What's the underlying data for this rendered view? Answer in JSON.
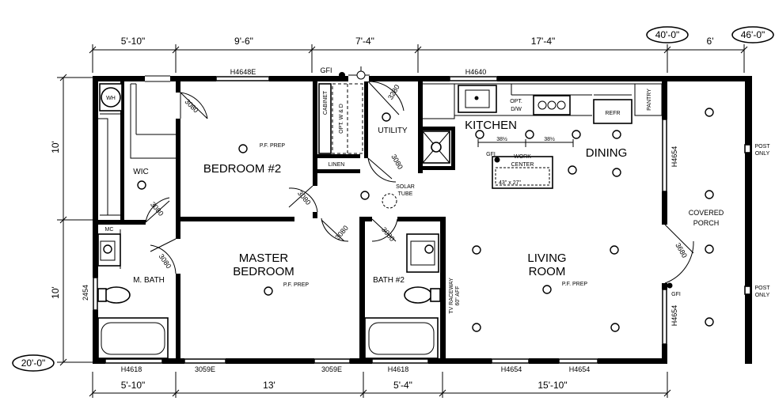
{
  "dimensions": {
    "top": [
      "5'-10\"",
      "9'-6\"",
      "7'-4\"",
      "17'-4\"",
      "6'"
    ],
    "top_totals": [
      "40'-0\"",
      "46'-0\""
    ],
    "bottom": [
      "5'-10\"",
      "13'",
      "5'-4\"",
      "15'-10\""
    ],
    "left": [
      "10'",
      "10'"
    ],
    "left_total": "20'-0\""
  },
  "rooms": {
    "bedroom2": "BEDROOM #2",
    "master_line1": "MASTER",
    "master_line2": "BEDROOM",
    "kitchen": "KITCHEN",
    "dining": "DINING",
    "living_line1": "LIVING",
    "living_line2": "ROOM",
    "utility": "UTILITY",
    "wic": "WIC",
    "mbath": "M. BATH",
    "bath2": "BATH #2",
    "porch_line1": "COVERED",
    "porch_line2": "PORCH"
  },
  "labels": {
    "pf_prep": "P.F. PREP",
    "wh": "WH",
    "mc": "MC",
    "linen": "LINEN",
    "cabinet": "CABINET",
    "opt_wd": "OPT. W & D",
    "solar_line1": "SOLAR",
    "solar_line2": "TUBE",
    "gfi": "GFI",
    "opt_dw_line1": "OPT.",
    "opt_dw_line2": "D/W",
    "refr": "REFR",
    "pantry": "PANTRY",
    "work_center_line1": "WORK",
    "work_center_line2": "CENTER",
    "island_size": "43\" x 27\"",
    "spacing": "38½",
    "post_line1": "POST",
    "post_line2": "ONLY",
    "tv_line1": "TV RACEWAY",
    "tv_line2": "60\" AFF"
  },
  "windows": {
    "h4648e": "H4648E",
    "h4640": "H4640",
    "h4618": "H4618",
    "h4654": "H4654",
    "w3059e": "3059E",
    "w2454": "2454"
  },
  "doors": {
    "d3080": "3080",
    "d3280": "3280",
    "d3680": "3680"
  }
}
